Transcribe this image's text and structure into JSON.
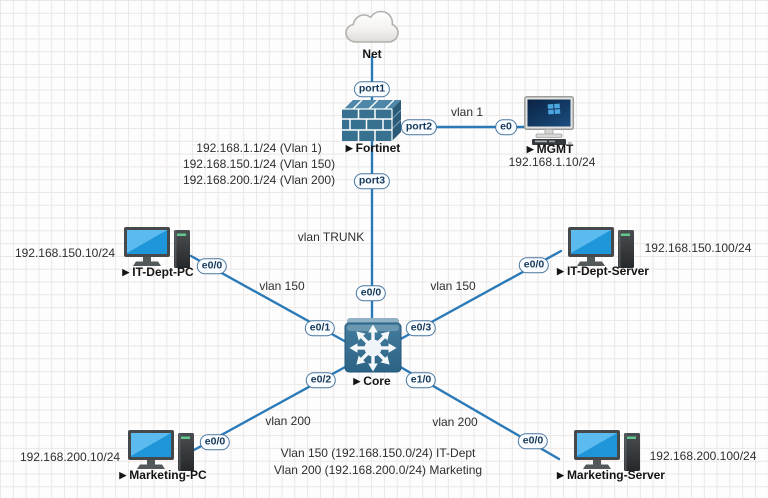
{
  "app": {
    "description": "GNS3-style network topology canvas with grid background"
  },
  "colors": {
    "link": "#2b7ab8",
    "device_steel_blue": "#37718f",
    "badge_border": "#4a769f",
    "badge_background": "#fafdff",
    "badge_text": "#16395b",
    "pc_screen_blue": "#1f96da",
    "power_led_green": "#63c88e"
  },
  "icons": {
    "running_indicator": "▶"
  },
  "nodes": {
    "net": {
      "label": "Net"
    },
    "fortinet": {
      "label": "Fortinet"
    },
    "mgmt": {
      "label": "MGMT",
      "ip": "192.168.1.10/24"
    },
    "core": {
      "label": "Core"
    },
    "it_dept_pc": {
      "label": "IT-Dept-PC",
      "ip": "192.168.150.10/24"
    },
    "it_dept_server": {
      "label": "IT-Dept-Server",
      "ip": "192.168.150.100/24"
    },
    "marketing_pc": {
      "label": "Marketing-PC",
      "ip": "192.168.200.10/24"
    },
    "marketing_server": {
      "label": "Marketing-Server",
      "ip": "192.168.200.100/24"
    }
  },
  "ports": {
    "fortinet_port1": "port1",
    "fortinet_port2": "port2",
    "fortinet_port3": "port3",
    "mgmt_e0": "e0",
    "core_e0_0": "e0/0",
    "core_e0_1": "e0/1",
    "core_e0_2": "e0/2",
    "core_e0_3": "e0/3",
    "core_e1_0": "e1/0",
    "it_dept_pc_e0_0": "e0/0",
    "it_dept_server_e0_0": "e0/0",
    "marketing_pc_e0_0": "e0/0",
    "marketing_server_e0_0": "e0/0"
  },
  "link_labels": {
    "vlan1": "vlan 1",
    "trunk": "vlan TRUNK",
    "vlan150_left": "vlan 150",
    "vlan150_right": "vlan 150",
    "vlan200_left": "vlan 200",
    "vlan200_right": "vlan 200"
  },
  "annotations": {
    "fortinet_ip_vlan1": "192.168.1.1/24 (Vlan 1)",
    "fortinet_ip_vlan150": "192.168.150.1/24 (Vlan 150)",
    "fortinet_ip_vlan200": "192.168.200.1/24 (Vlan 200)",
    "legend_it_dept": "Vlan 150 (192.168.150.0/24) IT-Dept",
    "legend_marketing": "Vlan 200 (192.168.200.0/24) Marketing"
  }
}
